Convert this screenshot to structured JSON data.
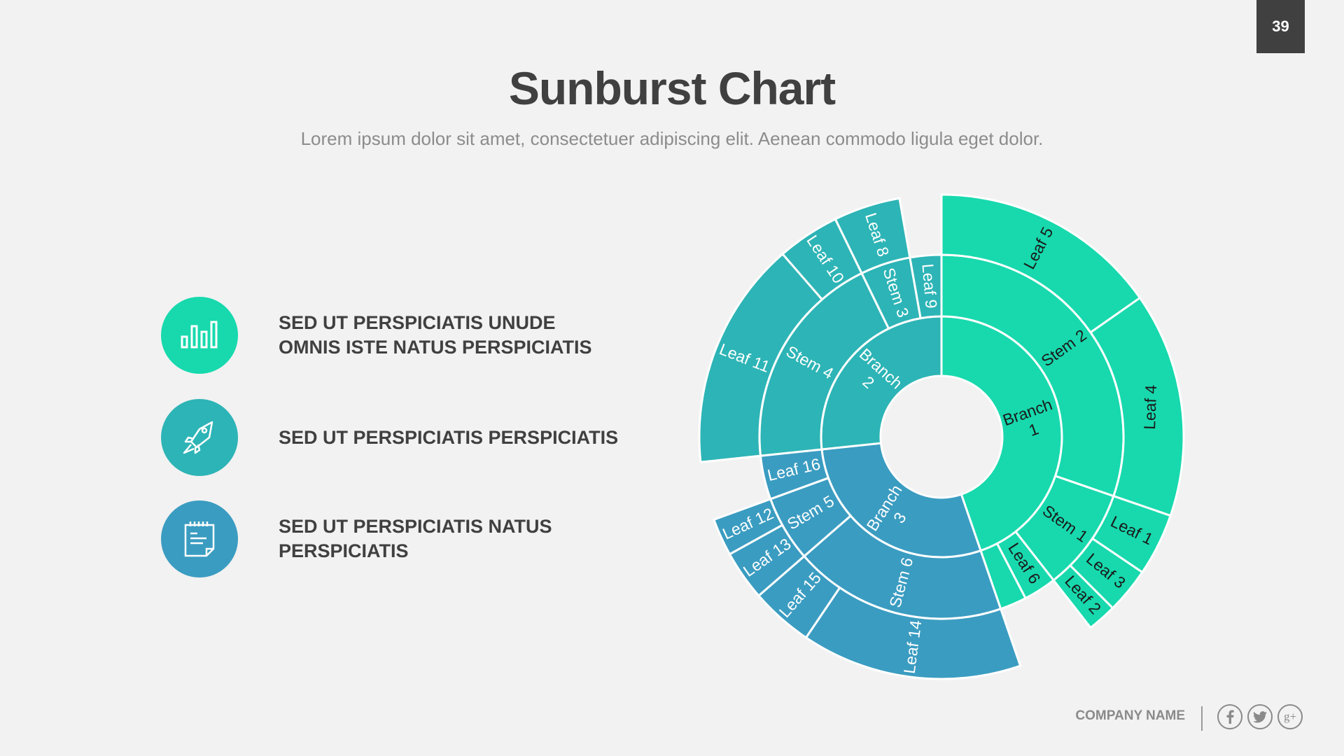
{
  "page_number": "39",
  "header": {
    "title": "Sunburst Chart",
    "subtitle": "Lorem ipsum dolor sit amet, consectetuer adipiscing elit. Aenean commodo ligula eget dolor."
  },
  "features": [
    {
      "icon": "bar-chart-icon",
      "color": "#17d9ad",
      "line1": "SED UT PERSPICIATIS UNUDE",
      "line2": "OMNIS ISTE NATUS PERSPICIATIS"
    },
    {
      "icon": "rocket-icon",
      "color": "#2db4b6",
      "line1": "SED UT PERSPICIATIS PERSPICIATIS",
      "line2": ""
    },
    {
      "icon": "notepad-icon",
      "color": "#3b9cc1",
      "line1": "SED UT PERSPICIATIS NATUS",
      "line2": "PERSPICIATIS"
    }
  ],
  "footer": {
    "company": "COMPANY NAME",
    "social": [
      {
        "icon": "facebook-icon",
        "glyph": "f"
      },
      {
        "icon": "twitter-icon",
        "glyph": "t"
      },
      {
        "icon": "google-plus-icon",
        "glyph": "g+"
      }
    ]
  },
  "colors": {
    "background": "#f2f2f2",
    "branch1": "#17d9ad",
    "branch2": "#2db4b6",
    "branch3": "#3b9cc1",
    "text_dark": "#404040",
    "text_muted": "#8c8c8c"
  },
  "chart_data": {
    "type": "sunburst",
    "title": "Sunburst Chart",
    "center": [
      1345,
      624
    ],
    "radii": [
      87,
      172,
      260,
      346
    ],
    "segments": [
      {
        "label": "Branch 1",
        "level": 1,
        "start": 0,
        "end": 161,
        "color": "#17d9ad",
        "text": "#1a1a1a"
      },
      {
        "label": "Branch 3",
        "level": 1,
        "start": 161,
        "end": 264,
        "color": "#3b9cc1",
        "text": "#ffffff"
      },
      {
        "label": "Branch 2",
        "level": 1,
        "start": 264,
        "end": 360,
        "color": "#2db4b6",
        "text": "#ffffff"
      },
      {
        "label": "Stem 2",
        "level": 2,
        "start": 0,
        "end": 109,
        "color": "#17d9ad",
        "text": "#1a1a1a"
      },
      {
        "label": "Stem 1",
        "level": 2,
        "start": 109,
        "end": 142,
        "color": "#17d9ad",
        "text": "#1a1a1a"
      },
      {
        "label": "Leaf 6",
        "level": 2,
        "start": 142,
        "end": 152.5,
        "color": "#17d9ad",
        "text": "#1a1a1a"
      },
      {
        "label": "",
        "level": 2,
        "start": 152.5,
        "end": 161,
        "color": "#17d9ad",
        "text": "#1a1a1a"
      },
      {
        "label": "Stem 6",
        "level": 2,
        "start": 161,
        "end": 229,
        "color": "#3b9cc1",
        "text": "#ffffff"
      },
      {
        "label": "Stem 5",
        "level": 2,
        "start": 229,
        "end": 250,
        "color": "#3b9cc1",
        "text": "#ffffff"
      },
      {
        "label": "Leaf 16",
        "level": 2,
        "start": 250,
        "end": 264,
        "color": "#3b9cc1",
        "text": "#ffffff"
      },
      {
        "label": "Stem 4",
        "level": 2,
        "start": 264,
        "end": 334,
        "color": "#2db4b6",
        "text": "#ffffff"
      },
      {
        "label": "Stem 3",
        "level": 2,
        "start": 334,
        "end": 350,
        "color": "#2db4b6",
        "text": "#ffffff"
      },
      {
        "label": "Leaf 9",
        "level": 2,
        "start": 350,
        "end": 360,
        "color": "#2db4b6",
        "text": "#ffffff"
      },
      {
        "label": "Leaf 5",
        "level": 3,
        "start": 0,
        "end": 55,
        "color": "#17d9ad",
        "text": "#1a1a1a"
      },
      {
        "label": "Leaf 4",
        "level": 3,
        "start": 55,
        "end": 109,
        "color": "#17d9ad",
        "text": "#1a1a1a"
      },
      {
        "label": "Leaf 1",
        "level": 3,
        "start": 109,
        "end": 124,
        "color": "#17d9ad",
        "text": "#1a1a1a"
      },
      {
        "label": "Leaf 3",
        "level": 3,
        "start": 124,
        "end": 135,
        "color": "#17d9ad",
        "text": "#1a1a1a"
      },
      {
        "label": "Leaf 2",
        "level": 3,
        "start": 135,
        "end": 142,
        "color": "#17d9ad",
        "text": "#1a1a1a"
      },
      {
        "label": "Leaf 14",
        "level": 3,
        "start": 161,
        "end": 214,
        "color": "#3b9cc1",
        "text": "#ffffff"
      },
      {
        "label": "Leaf 15",
        "level": 3,
        "start": 214,
        "end": 229,
        "color": "#3b9cc1",
        "text": "#ffffff"
      },
      {
        "label": "Leaf 13",
        "level": 3,
        "start": 229,
        "end": 241,
        "color": "#3b9cc1",
        "text": "#ffffff"
      },
      {
        "label": "Leaf 12",
        "level": 3,
        "start": 241,
        "end": 250,
        "color": "#3b9cc1",
        "text": "#ffffff"
      },
      {
        "label": "Leaf 11",
        "level": 3,
        "start": 264,
        "end": 319,
        "color": "#2db4b6",
        "text": "#ffffff"
      },
      {
        "label": "Leaf 10",
        "level": 3,
        "start": 319,
        "end": 334,
        "color": "#2db4b6",
        "text": "#ffffff"
      },
      {
        "label": "Leaf 8",
        "level": 3,
        "start": 334,
        "end": 350,
        "color": "#2db4b6",
        "text": "#ffffff"
      }
    ],
    "hierarchy": {
      "Branch 1": {
        "Stem 2": [
          "Leaf 5",
          "Leaf 4"
        ],
        "Stem 1": [
          "Leaf 1",
          "Leaf 3",
          "Leaf 2"
        ],
        "Leaf 6": [],
        "(unlabeled)": []
      },
      "Branch 2": {
        "Stem 4": [
          "Leaf 11",
          "Leaf 10"
        ],
        "Stem 3": [
          "Leaf 8"
        ],
        "Leaf 9": []
      },
      "Branch 3": {
        "Stem 6": [
          "Leaf 14",
          "Leaf 15"
        ],
        "Stem 5": [
          "Leaf 13",
          "Leaf 12"
        ],
        "Leaf 16": []
      }
    }
  }
}
